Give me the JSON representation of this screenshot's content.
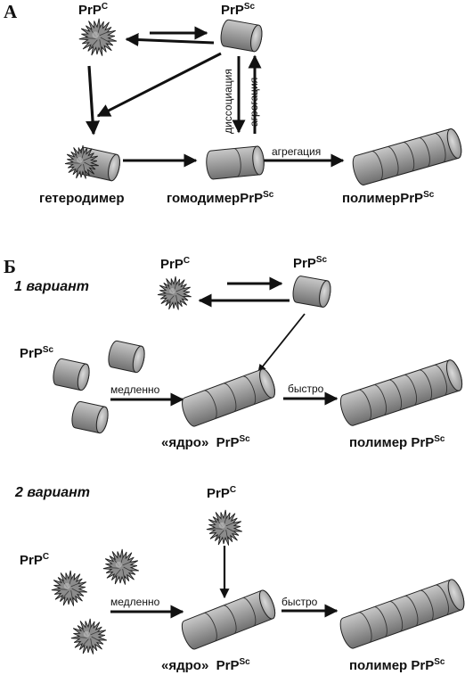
{
  "sections": {
    "a": "А",
    "b": "Б"
  },
  "variants": {
    "v1": "1 вариант",
    "v2": "2 вариант"
  },
  "prp": {
    "base": "PrP",
    "c": "C",
    "sc": "Sc"
  },
  "labels": {
    "heterodimer": "гетеродимер",
    "homodimer": "гомодимер",
    "polymer": "полимер",
    "polymer_sp": "полимер ",
    "nucleus": "«ядро»"
  },
  "arrows": {
    "dissociation": "диссоциация",
    "aggregation": "агрегация",
    "slowly": "медленно",
    "quickly": "быстро"
  },
  "colors": {
    "cylinder_fill": "#9a9a9a",
    "cylinder_light": "#c4c4c4",
    "arrow": "#111111"
  }
}
